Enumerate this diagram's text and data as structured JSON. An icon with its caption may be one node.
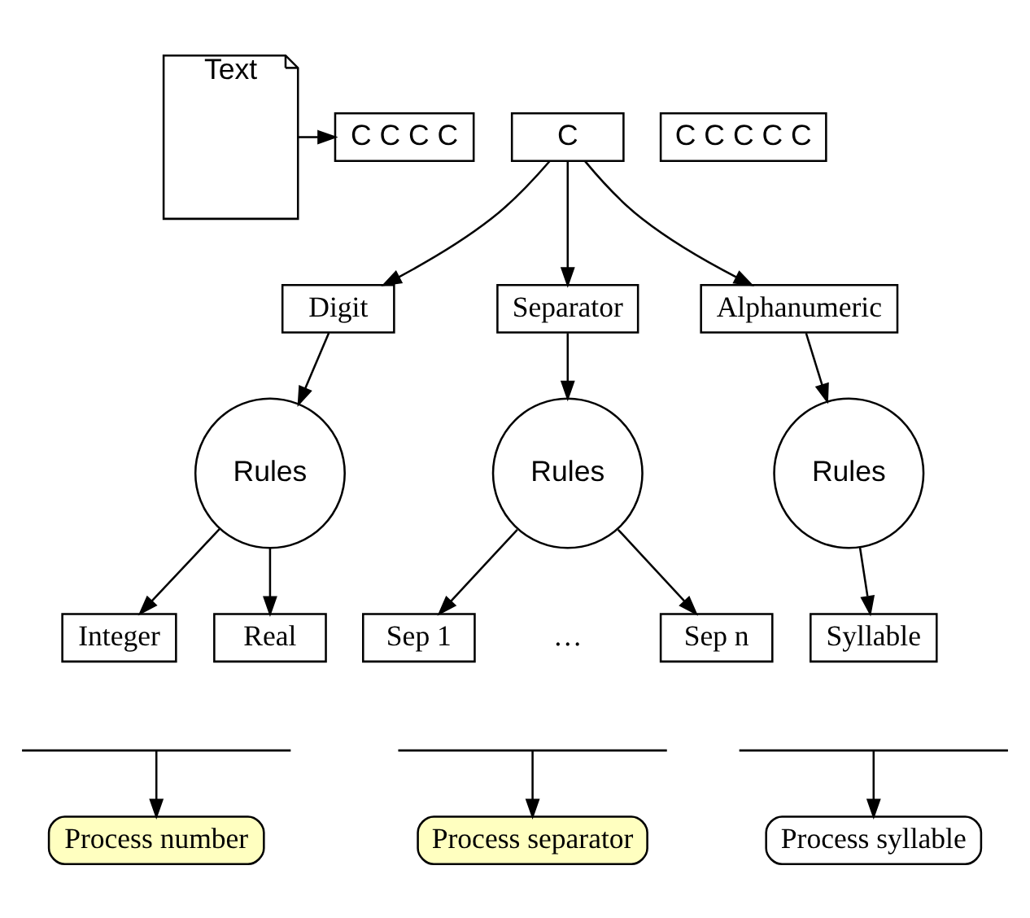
{
  "diagram": {
    "nodes": [
      {
        "text": [
          "Text"
        ]
      },
      {
        "text": [
          "C C C C"
        ]
      },
      {
        "text": [
          "C"
        ]
      },
      {
        "text": [
          "C C C C C"
        ]
      },
      {
        "text": [
          "Digit"
        ]
      },
      {
        "text": [
          "Separator"
        ]
      },
      {
        "text": [
          "Alphanumeric"
        ]
      },
      {
        "text": [
          "Rules"
        ]
      },
      {
        "text": [
          "Rules"
        ]
      },
      {
        "text": [
          "Rules"
        ]
      },
      {
        "text": [
          "Integer"
        ]
      },
      {
        "text": [
          "Real"
        ]
      },
      {
        "text": [
          "Sep 1"
        ]
      },
      {
        "text": [
          "Sep n"
        ]
      },
      {
        "text": [
          "Syllable"
        ]
      },
      {
        "text": [],
        "shape": "brace"
      },
      {
        "text": [],
        "shape": "brace"
      },
      {
        "text": [],
        "shape": "brace"
      },
      {
        "text": [
          "Process number"
        ]
      },
      {
        "text": [
          "Process separator"
        ]
      },
      {
        "text": [
          "Process syllable"
        ]
      }
    ],
    "edges": [
      {
        "from": 0,
        "to": 1,
        "arrow": "to"
      },
      {
        "from": 2,
        "to": 4,
        "arrow": "to"
      },
      {
        "from": 2,
        "to": 5,
        "arrow": "to"
      },
      {
        "from": 2,
        "to": 6,
        "arrow": "to"
      },
      {
        "from": 4,
        "to": 7,
        "arrow": "to"
      },
      {
        "from": 5,
        "to": 8,
        "arrow": "to"
      },
      {
        "from": 6,
        "to": 9,
        "arrow": "to"
      },
      {
        "from": 7,
        "to": 10,
        "arrow": "to"
      },
      {
        "from": 7,
        "to": 11,
        "arrow": "to"
      },
      {
        "from": 8,
        "to": 12,
        "arrow": "to"
      },
      {
        "from": 8,
        "to": 13,
        "arrow": "to"
      },
      {
        "from": 9,
        "to": 14,
        "arrow": "to"
      },
      {
        "from": 15,
        "to": 18,
        "arrow": "to"
      },
      {
        "from": 16,
        "to": 19,
        "arrow": "to"
      },
      {
        "from": 17,
        "to": 20,
        "arrow": "to"
      }
    ],
    "labels": [
      "…"
    ]
  }
}
